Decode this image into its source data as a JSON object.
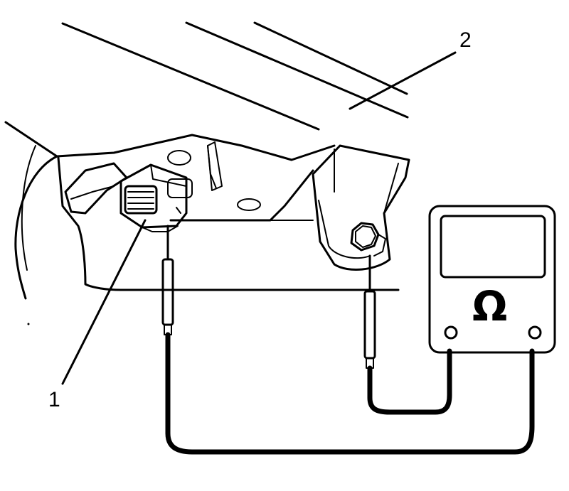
{
  "callouts": {
    "label_1": "1",
    "label_2": "2"
  },
  "meter": {
    "symbol": "Ω"
  },
  "colors": {
    "line": "#000000",
    "background": "#ffffff"
  }
}
